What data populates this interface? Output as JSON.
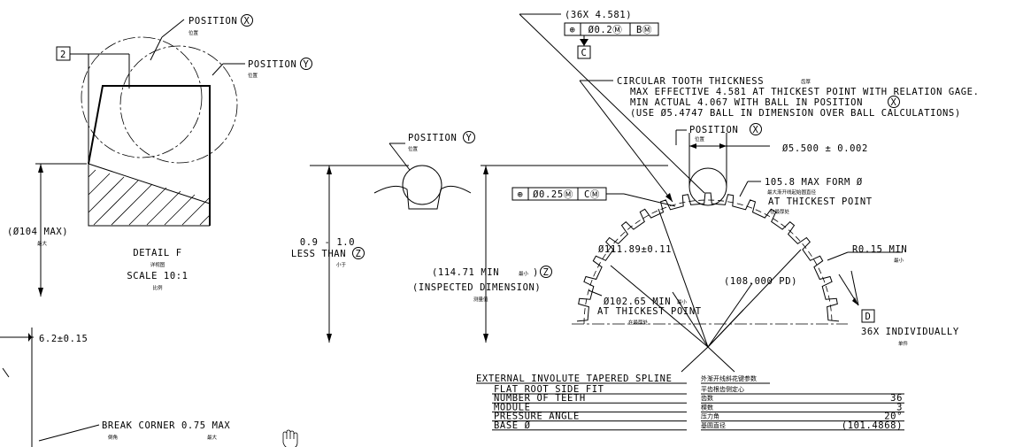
{
  "detail_f": {
    "box_tag": "2",
    "position_x_label": "POSITION",
    "position_x_circle": "X",
    "position_x_cn": "位置",
    "position_y_label": "POSITION",
    "position_y_circle": "Y",
    "position_y_cn": "位置",
    "dia_max": "(Ø104 MAX)",
    "dia_max_cn": "最大",
    "detail_title": "DETAIL F",
    "detail_title_cn": "详视图",
    "scale": "SCALE 10:1",
    "scale_cn": "比例"
  },
  "left_notes": {
    "dim_62": "6.2±0.15",
    "break_corner": "BREAK CORNER 0.75 MAX",
    "break_corner_cn1": "倒角",
    "break_corner_cn2": "最大"
  },
  "mid": {
    "position_y_label": "POSITION",
    "position_y_circle": "Y",
    "position_y_cn": "位置",
    "less_than_1": "0.9 - 1.0",
    "less_than_2": "LESS THAN",
    "less_than_circle": "Z",
    "less_than_cn": "小于",
    "min_114_a": "(114.71 MIN",
    "min_114_cn": "最小",
    "min_114_b": ")",
    "min_114_circle": "Z",
    "inspected": "(INSPECTED DIMENSION)",
    "inspected_cn": "测量值"
  },
  "top_fcf": {
    "count": "(36X 4.581)",
    "symbol": "⊕",
    "tol": "Ø0.2Ⓜ",
    "datum": "BⓂ",
    "datum_tag": "C"
  },
  "tooth_notes": {
    "title": "CIRCULAR TOOTH THICKNESS",
    "title_cn": "齿厚",
    "line1": "MAX EFFECTIVE 4.581 AT THICKEST POINT WITH RELATION GAGE.",
    "line2": "MIN ACTUAL 4.067 WITH BALL IN POSITION",
    "line2_circle": "X",
    "line3": "(USE Ø5.4747 BALL IN DIMENSION OVER BALL CALCULATIONS)"
  },
  "spline": {
    "position_x_label": "POSITION",
    "position_x_circle": "X",
    "position_x_cn": "位置",
    "ball_dia": "Ø5.500 ± 0.002",
    "form_1": "105.8 MAX FORM Ø",
    "form_cn1": "最大渐开线起始圆直径",
    "form_2": "AT THICKEST POINT",
    "form_cn2": "在最厚处",
    "fcf_symbol": "⊕",
    "fcf_tol": "Ø0.25Ⓜ",
    "fcf_datum": "CⓂ",
    "major_dia": "Ø111.89±0.11",
    "pd": "(108.000 PD)",
    "minor_1": "Ø102.65 MIN",
    "minor_cn1": "最小",
    "minor_2": "AT THICKEST POINT",
    "minor_cn2": "在最厚处",
    "r_min": "R0.15 MIN",
    "r_min_cn": "最小",
    "datum_tag": "D",
    "individually": "36X INDIVIDUALLY",
    "individually_cn": "单件"
  },
  "table": {
    "title": "EXTERNAL INVOLUTE TAPERED SPLINE",
    "title_cn": "外渐开线斜花键参数",
    "rows": [
      {
        "label": "FLAT ROOT SIDE FIT",
        "cn": "平齿根齿侧定心",
        "value": ""
      },
      {
        "label": "NUMBER OF TEETH",
        "cn": "齿数",
        "value": "36"
      },
      {
        "label": "MODULE",
        "cn": "模数",
        "value": "3"
      },
      {
        "label": "PRESSURE ANGLE",
        "cn": "压力角",
        "value": "20°"
      },
      {
        "label": "BASE  Ø",
        "cn": "基圆直径",
        "value": "(101.4868)"
      }
    ]
  },
  "cursor": {
    "icon": "hand-cursor-icon"
  }
}
